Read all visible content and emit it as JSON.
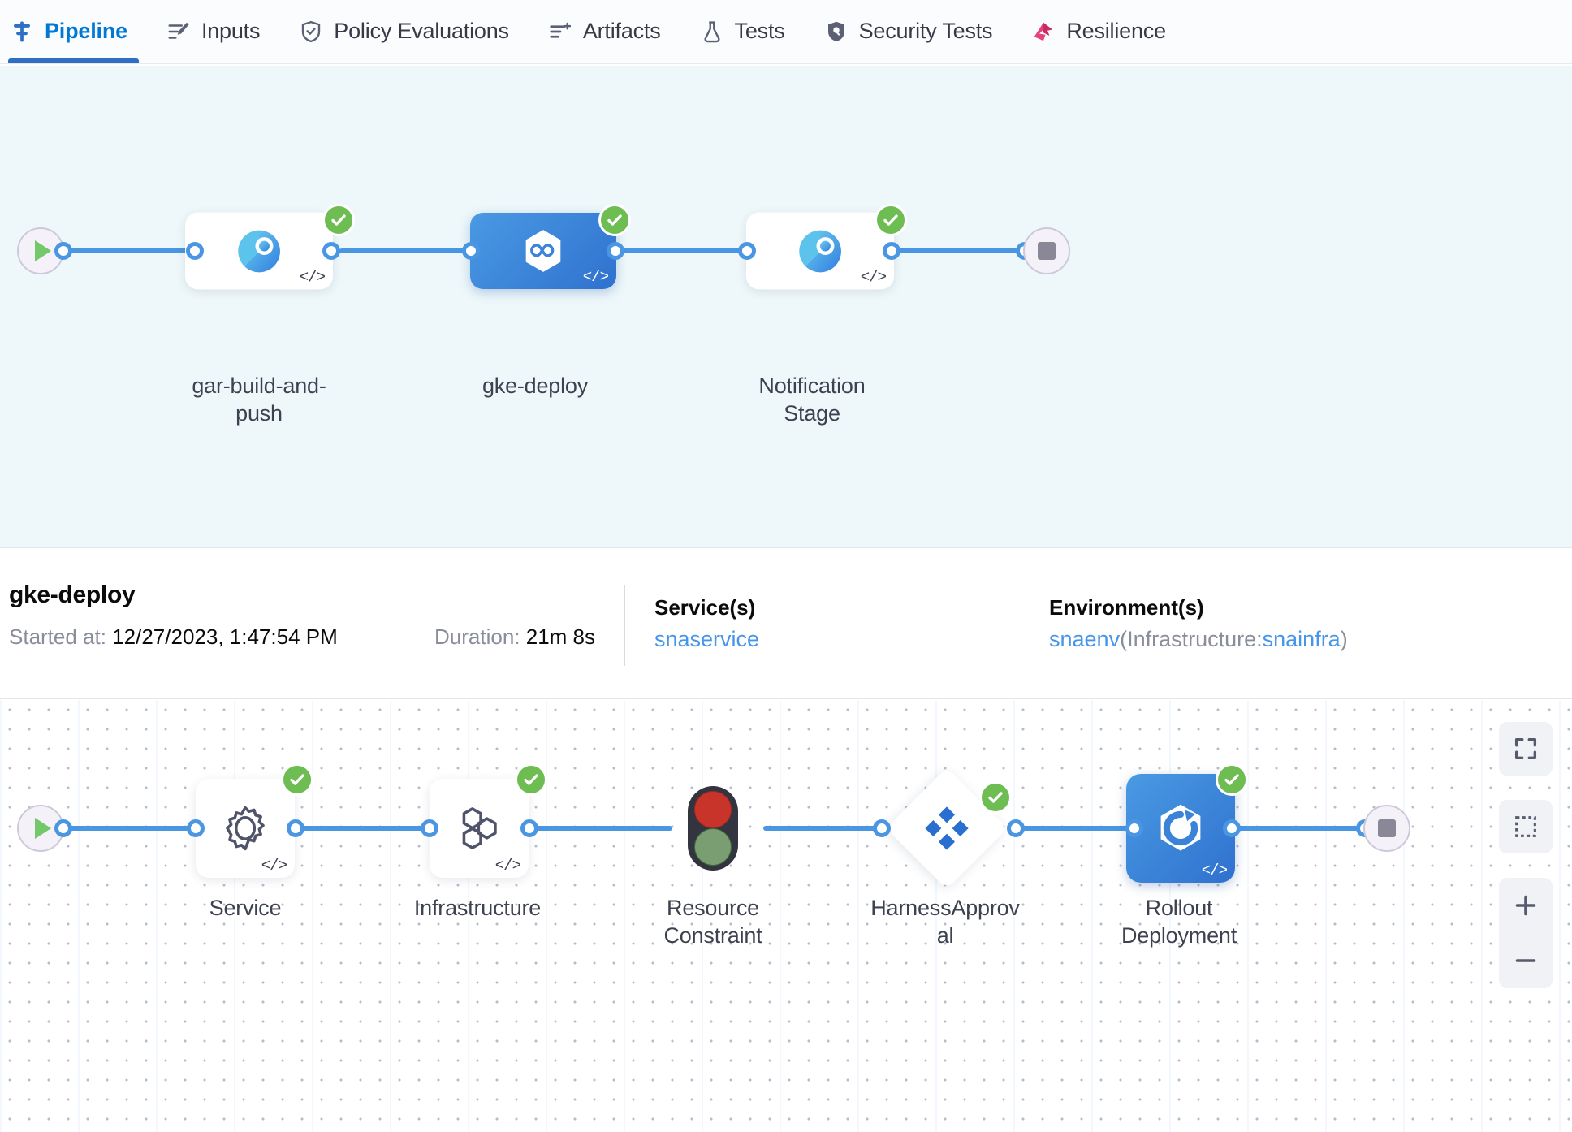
{
  "tabs": [
    {
      "label": "Pipeline",
      "icon": "pipeline-icon",
      "active": true
    },
    {
      "label": "Inputs",
      "icon": "inputs-icon",
      "active": false
    },
    {
      "label": "Policy Evaluations",
      "icon": "policy-shield-icon",
      "active": false
    },
    {
      "label": "Artifacts",
      "icon": "artifacts-list-icon",
      "active": false
    },
    {
      "label": "Tests",
      "icon": "flask-icon",
      "active": false
    },
    {
      "label": "Security Tests",
      "icon": "security-shield-icon",
      "active": false
    },
    {
      "label": "Resilience",
      "icon": "resilience-icon",
      "active": false
    }
  ],
  "pipeline_graph": {
    "start_icon": "play-icon",
    "end_icon": "stop-icon",
    "nodes": [
      {
        "label": "gar-build-and-\npush",
        "status": "success",
        "selected": false,
        "icon": "ci-build-icon",
        "has_code_icon": true
      },
      {
        "label": "gke-deploy",
        "status": "success",
        "selected": true,
        "icon": "cd-deploy-icon",
        "has_code_icon": true
      },
      {
        "label": "Notification\nStage",
        "status": "success",
        "selected": false,
        "icon": "ci-build-icon",
        "has_code_icon": true
      }
    ]
  },
  "info": {
    "title": "gke-deploy",
    "started_label": "Started at:",
    "started_value": "12/27/2023, 1:47:54 PM",
    "duration_label": "Duration:",
    "duration_value": "21m 8s",
    "service_heading": "Service(s)",
    "service_value": "snaservice",
    "environment_heading": "Environment(s)",
    "environment_env": "snaenv",
    "environment_infra_prefix": "(Infrastructure:",
    "environment_infra": "snainfra",
    "environment_infra_suffix": ")"
  },
  "stage_graph": {
    "start_icon": "play-icon",
    "end_icon": "stop-icon",
    "nodes": [
      {
        "label": "Service",
        "status": "success",
        "shape": "rounded",
        "icon": "gear-icon",
        "has_code_icon": true
      },
      {
        "label": "Infrastructure",
        "status": "success",
        "shape": "rounded",
        "icon": "hexagons-icon",
        "has_code_icon": true
      },
      {
        "label": "Resource\nConstraint",
        "status": "none",
        "shape": "traffic-light",
        "icon": "traffic-light-icon",
        "has_code_icon": false
      },
      {
        "label": "HarnessApprov\nal",
        "status": "success",
        "shape": "diamond",
        "icon": "approval-diamond-icon",
        "has_code_icon": false
      },
      {
        "label": "Rollout\nDeployment",
        "status": "success",
        "shape": "square",
        "icon": "rollout-deployment-icon",
        "has_code_icon": true
      }
    ]
  },
  "canvas_controls": [
    {
      "name": "fit-to-screen-button",
      "icon": "fullscreen-icon"
    },
    {
      "name": "selection-box-button",
      "icon": "dashed-square-icon"
    },
    {
      "name": "zoom-in-button",
      "icon": "plus-icon"
    },
    {
      "name": "zoom-out-button",
      "icon": "minus-icon"
    }
  ],
  "colors": {
    "accent_blue": "#0278d5",
    "edge_blue": "#4a96e2",
    "success_green": "#6dbd52",
    "selected_node": "#2f71cf",
    "canvas_top_bg": "#eef8fa",
    "resilience_pink": "#e5437e",
    "traffic_red": "#c9342a",
    "traffic_green": "#7a9e72"
  }
}
